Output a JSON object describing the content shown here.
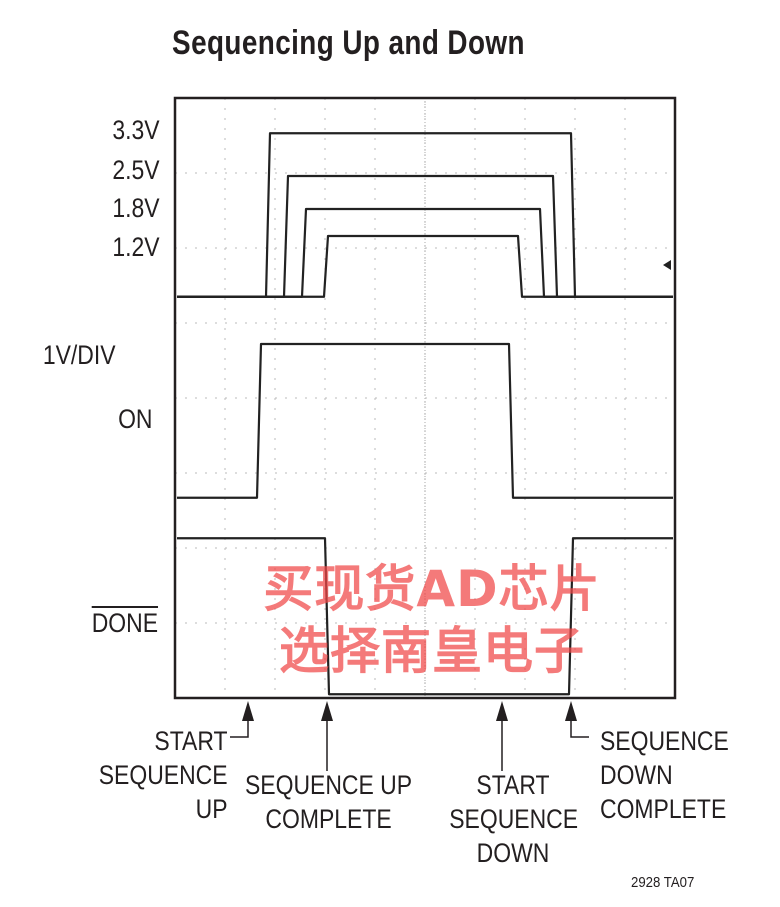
{
  "chart_data": {
    "type": "line",
    "title": "Sequencing Up and Down",
    "xlabel": "",
    "ylabel": "",
    "x_unit": "divisions",
    "y_unit": "divisions",
    "xlim": [
      0,
      10
    ],
    "ylim": [
      0,
      8
    ],
    "grid": true,
    "scale_label": "1V/DIV",
    "series": [
      {
        "name": "3.3V",
        "baseline": 5.35,
        "high": 7.53,
        "rise": 1.86,
        "fall": 7.96
      },
      {
        "name": "2.5V",
        "baseline": 5.35,
        "high": 6.96,
        "rise": 2.22,
        "fall": 7.6
      },
      {
        "name": "1.8V",
        "baseline": 5.35,
        "high": 6.52,
        "rise": 2.58,
        "fall": 7.34
      },
      {
        "name": "1.2V",
        "baseline": 5.35,
        "high": 6.16,
        "rise": 3.02,
        "fall": 6.9
      },
      {
        "name": "ON",
        "baseline": 2.67,
        "high": 4.72,
        "rise": 1.68,
        "fall": 6.72
      },
      {
        "name": "DONE",
        "baseline": 2.13,
        "high": 0.05,
        "rise": 3.04,
        "fall": 7.92
      }
    ],
    "channel_labels": [
      "3.3V",
      "2.5V",
      "1.8V",
      "1.2V",
      "1V/DIV",
      "ON",
      "DONE"
    ],
    "annotations": [
      {
        "text": "START\nSEQUENCE\nUP",
        "x": 1.46
      },
      {
        "text": "SEQUENCE UP\nCOMPLETE",
        "x": 3.04
      },
      {
        "text": "START\nSEQUENCE\nDOWN",
        "x": 6.54
      },
      {
        "text": "SEQUENCE\nDOWN\nCOMPLETE",
        "x": 7.92
      }
    ],
    "figure_id": "2928 TA07"
  },
  "watermark": "买现货AD芯片选择南皇电子"
}
